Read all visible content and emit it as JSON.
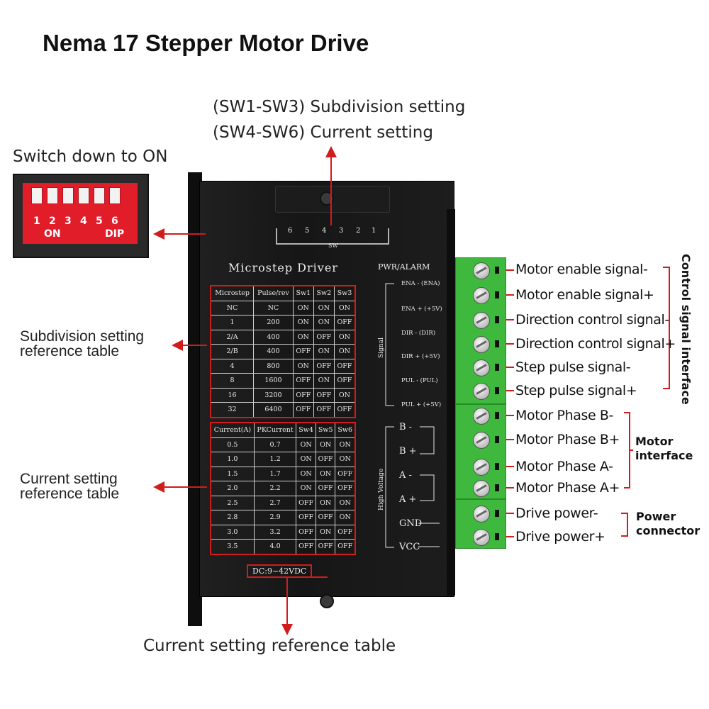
{
  "title": "Nema 17 Stepper Motor Drive",
  "notes": {
    "subdivision": "(SW1-SW3) Subdivision setting",
    "current": "(SW4-SW6) Current setting",
    "switch_down": "Switch down to ON",
    "subdivision_table_ref": [
      "Subdivision setting",
      "reference table"
    ],
    "current_table_ref": [
      "Current setting",
      "reference table"
    ],
    "bottom": "Current setting reference table"
  },
  "dip_switch": {
    "numbers": [
      "1",
      "2",
      "3",
      "4",
      "5",
      "6"
    ],
    "on_label": "ON",
    "dip_label": "DIP"
  },
  "driver": {
    "title": "Microstep Driver",
    "sw_numbers": [
      "6",
      "5",
      "4",
      "3",
      "2",
      "1"
    ],
    "sw_label": "SW",
    "pwr_alarm": "PWR/ALARM",
    "dc": "DC:9~42VDC",
    "signal_label": "Signal",
    "high_voltage_label": "High Voltage",
    "signal_pins": [
      "ENA - (ENA)",
      "ENA + (+5V)",
      "DIR - (DIR)",
      "DIR + (+5V)",
      "PUL - (PUL)",
      "PUL + (+5V)"
    ],
    "phase_pins": [
      "B -",
      "B +",
      "A -",
      "A +"
    ],
    "power_pins": [
      "GND",
      "VCC"
    ]
  },
  "microstep_table": {
    "headers": [
      "Microstep",
      "Pulse/rev",
      "Sw1",
      "Sw2",
      "Sw3"
    ],
    "rows": [
      [
        "NC",
        "NC",
        "ON",
        "ON",
        "ON"
      ],
      [
        "1",
        "200",
        "ON",
        "ON",
        "OFF"
      ],
      [
        "2/A",
        "400",
        "ON",
        "OFF",
        "ON"
      ],
      [
        "2/B",
        "400",
        "OFF",
        "ON",
        "ON"
      ],
      [
        "4",
        "800",
        "ON",
        "OFF",
        "OFF"
      ],
      [
        "8",
        "1600",
        "OFF",
        "ON",
        "OFF"
      ],
      [
        "16",
        "3200",
        "OFF",
        "OFF",
        "ON"
      ],
      [
        "32",
        "6400",
        "OFF",
        "OFF",
        "OFF"
      ]
    ]
  },
  "current_table": {
    "headers": [
      "Current(A)",
      "PKCurrent",
      "Sw4",
      "Sw5",
      "Sw6"
    ],
    "rows": [
      [
        "0.5",
        "0.7",
        "ON",
        "ON",
        "ON"
      ],
      [
        "1.0",
        "1.2",
        "ON",
        "OFF",
        "ON"
      ],
      [
        "1.5",
        "1.7",
        "ON",
        "ON",
        "OFF"
      ],
      [
        "2.0",
        "2.2",
        "ON",
        "OFF",
        "OFF"
      ],
      [
        "2.5",
        "2.7",
        "OFF",
        "ON",
        "ON"
      ],
      [
        "2.8",
        "2.9",
        "OFF",
        "OFF",
        "ON"
      ],
      [
        "3.0",
        "3.2",
        "OFF",
        "ON",
        "OFF"
      ],
      [
        "3.5",
        "4.0",
        "OFF",
        "OFF",
        "OFF"
      ]
    ]
  },
  "terminal_labels": [
    "Motor enable signal-",
    "Motor enable signal+",
    "Direction control signal-",
    "Direction control signal+",
    "Step pulse signal-",
    "Step pulse signal+",
    "Motor Phase B-",
    "Motor Phase B+",
    "Motor Phase A-",
    "Motor Phase A+",
    "Drive power-",
    "Drive power+"
  ],
  "groups": {
    "control": "Control signal interface",
    "motor": [
      "Motor",
      "interface"
    ],
    "power": [
      "Power",
      "connector"
    ]
  },
  "colors": {
    "annotation_red": "#d21b1b",
    "terminal_green": "#3fb93d",
    "driver_black": "#1a1a1a",
    "dip_red": "#e21d2a"
  }
}
